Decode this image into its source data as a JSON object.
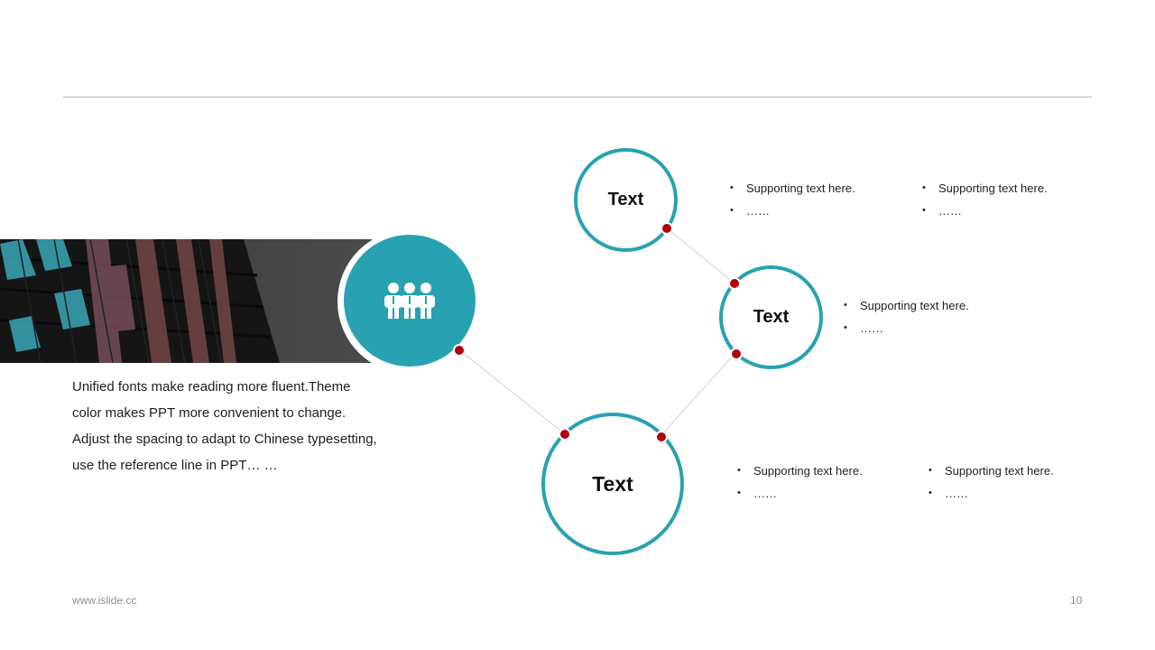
{
  "header": {
    "rule": ""
  },
  "nodes": [
    {
      "label": "Text"
    },
    {
      "label": "Text"
    },
    {
      "label": "Text"
    }
  ],
  "hub": {
    "icon": "team-people-icon",
    "color": "#28a2b1"
  },
  "description": "Unified fonts make reading more fluent.Theme color makes PPT more convenient to change. Adjust the spacing to adapt to Chinese typesetting, use the reference line in PPT… …",
  "lists": {
    "top_a": [
      "Supporting text here.",
      "……"
    ],
    "top_b": [
      "Supporting text here.",
      "……"
    ],
    "mid": [
      "Supporting text here.",
      "……"
    ],
    "bottom_a": [
      "Supporting text here.",
      "……"
    ],
    "bottom_b": [
      "Supporting text here.",
      "……"
    ]
  },
  "footer": {
    "website": "www.islide.cc",
    "page_number": "10"
  },
  "colors": {
    "accent": "#28a2b1",
    "dot": "#b0000b"
  }
}
